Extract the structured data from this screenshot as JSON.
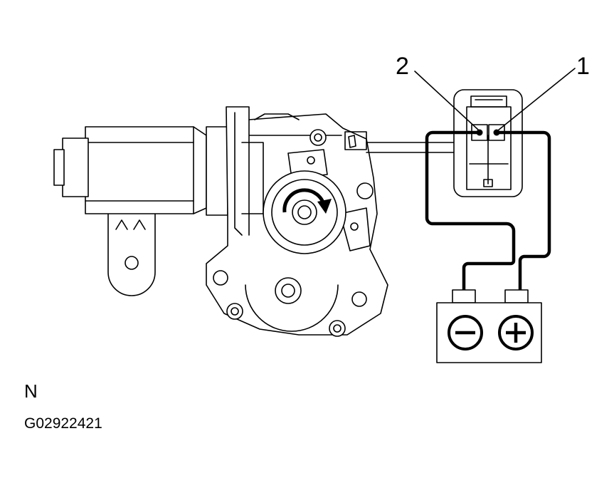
{
  "callouts": {
    "terminal_2": "2",
    "terminal_1": "1"
  },
  "view_label": "N",
  "figure_id": "G02922421",
  "battery": {
    "negative_symbol": "minus",
    "positive_symbol": "plus"
  },
  "colors": {
    "line": "#000000",
    "background": "#ffffff"
  }
}
